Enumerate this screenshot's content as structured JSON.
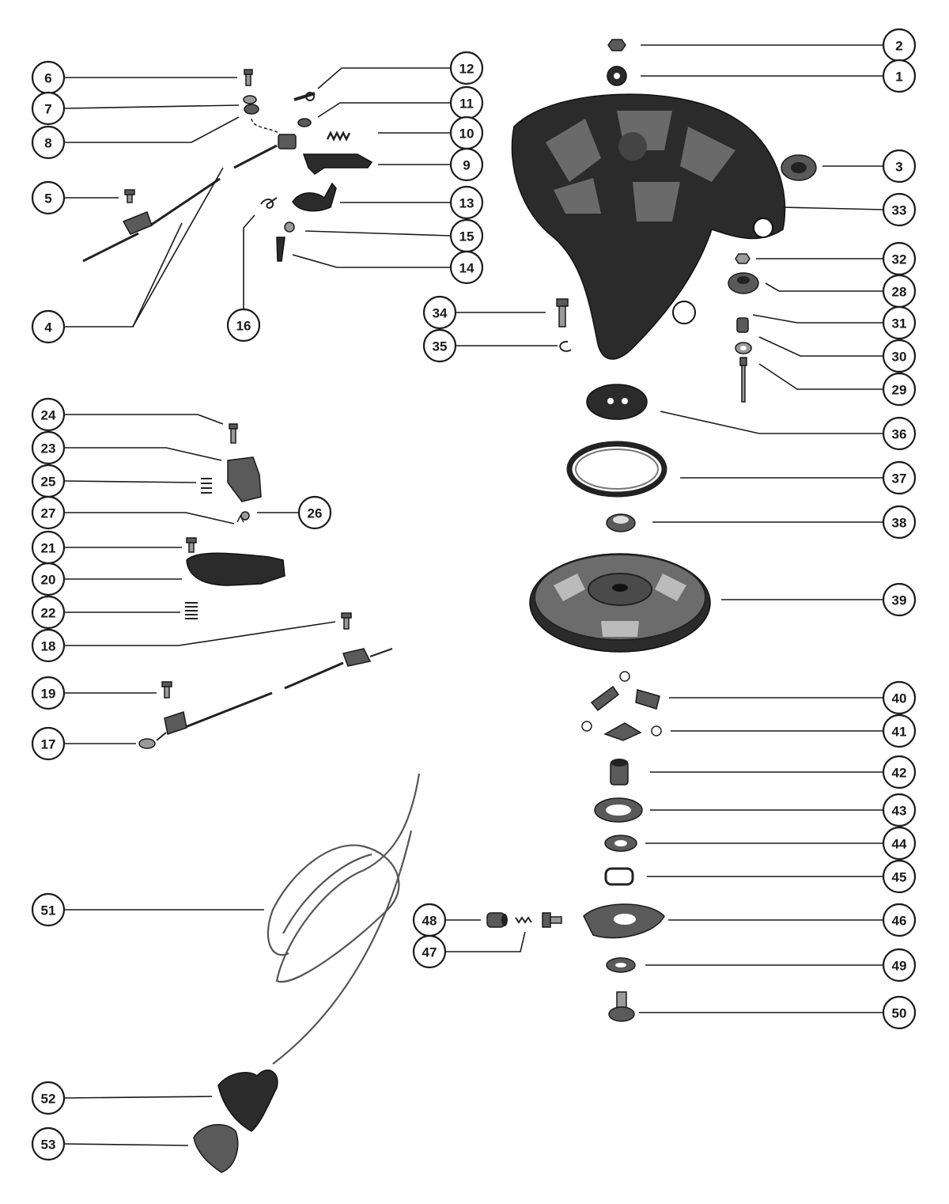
{
  "diagram": {
    "callouts": [
      {
        "id": "2"
      },
      {
        "id": "1"
      },
      {
        "id": "3"
      },
      {
        "id": "33"
      },
      {
        "id": "32"
      },
      {
        "id": "28"
      },
      {
        "id": "31"
      },
      {
        "id": "30"
      },
      {
        "id": "29"
      },
      {
        "id": "36"
      },
      {
        "id": "37"
      },
      {
        "id": "38"
      },
      {
        "id": "39"
      },
      {
        "id": "40"
      },
      {
        "id": "41"
      },
      {
        "id": "42"
      },
      {
        "id": "43"
      },
      {
        "id": "44"
      },
      {
        "id": "45"
      },
      {
        "id": "46"
      },
      {
        "id": "49"
      },
      {
        "id": "50"
      },
      {
        "id": "48"
      },
      {
        "id": "47"
      },
      {
        "id": "34"
      },
      {
        "id": "35"
      },
      {
        "id": "6"
      },
      {
        "id": "7"
      },
      {
        "id": "8"
      },
      {
        "id": "5"
      },
      {
        "id": "4"
      },
      {
        "id": "16"
      },
      {
        "id": "12"
      },
      {
        "id": "11"
      },
      {
        "id": "10"
      },
      {
        "id": "9"
      },
      {
        "id": "13"
      },
      {
        "id": "15"
      },
      {
        "id": "14"
      },
      {
        "id": "24"
      },
      {
        "id": "23"
      },
      {
        "id": "25"
      },
      {
        "id": "27"
      },
      {
        "id": "26"
      },
      {
        "id": "21"
      },
      {
        "id": "20"
      },
      {
        "id": "22"
      },
      {
        "id": "18"
      },
      {
        "id": "19"
      },
      {
        "id": "17"
      },
      {
        "id": "51"
      },
      {
        "id": "52"
      },
      {
        "id": "53"
      }
    ]
  }
}
